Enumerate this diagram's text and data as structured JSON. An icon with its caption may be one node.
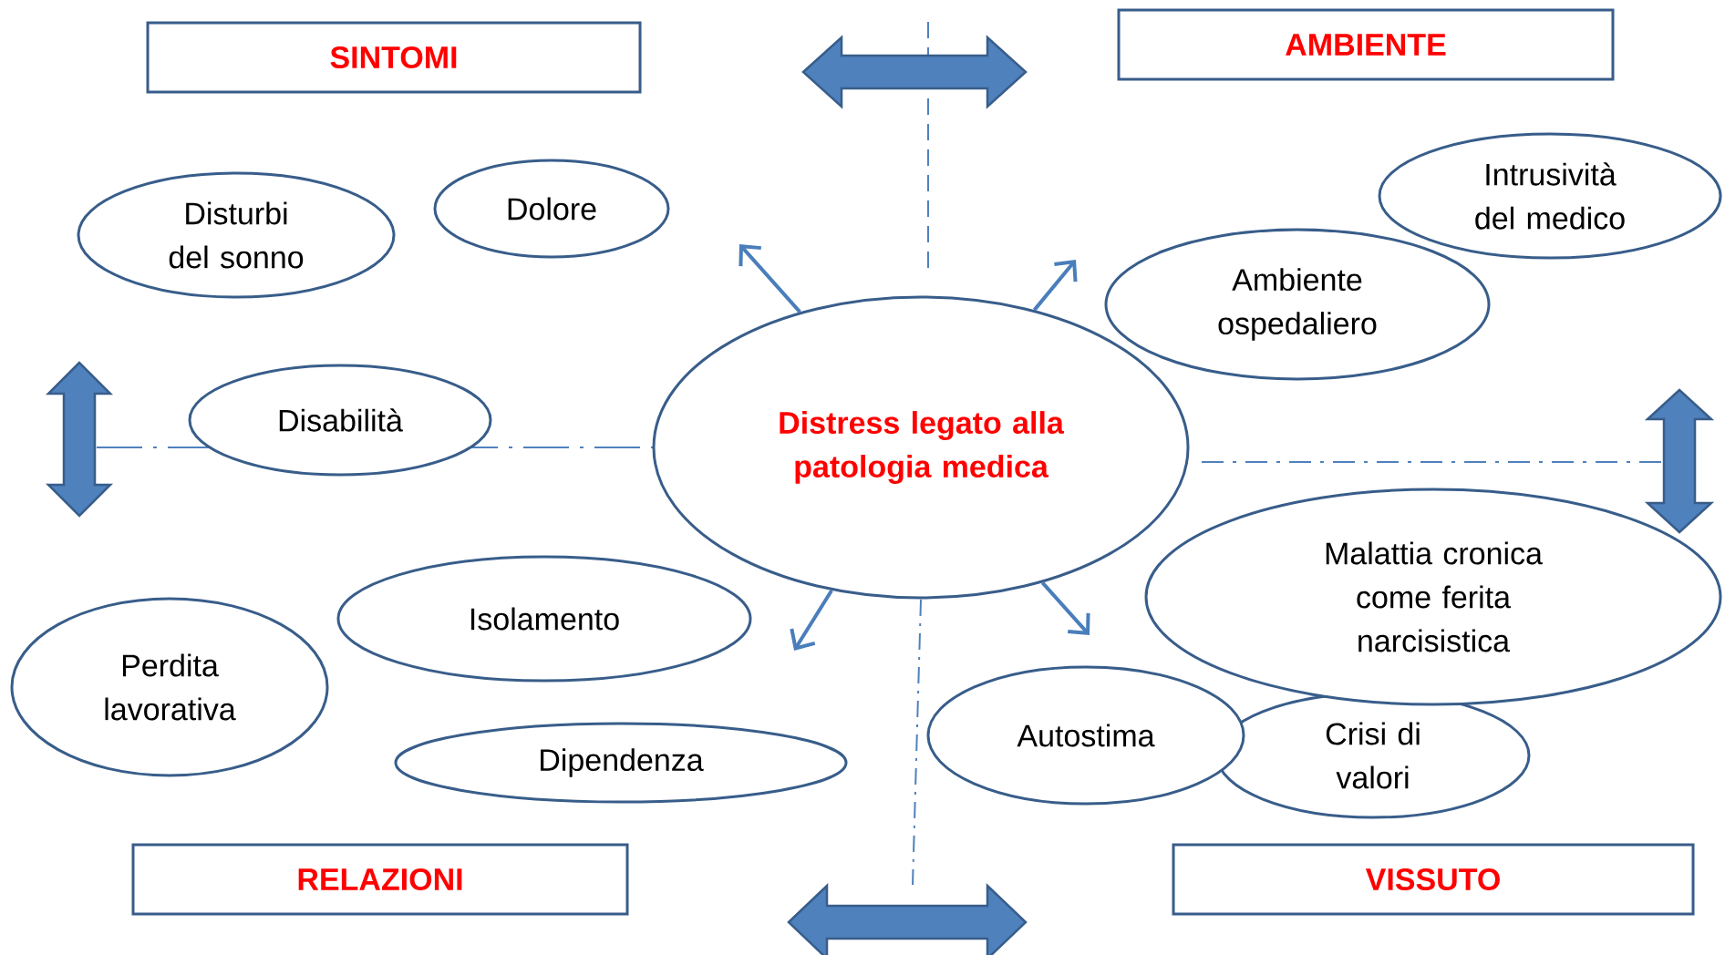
{
  "diagram": {
    "nodes": [
      {
        "text": [
          "SINTOMI"
        ]
      },
      {
        "text": [
          "AMBIENTE"
        ]
      },
      {
        "text": [
          "RELAZIONI"
        ]
      },
      {
        "text": [
          "VISSUTO"
        ]
      },
      {
        "text": [
          "Distress legato alla patologia medica"
        ]
      },
      {
        "text": [
          "Disturbi del sonno"
        ]
      },
      {
        "text": [
          "Dolore"
        ]
      },
      {
        "text": [
          "Intrusività del medico"
        ]
      },
      {
        "text": [
          "Ambiente ospedaliero"
        ]
      },
      {
        "text": [
          "Disabilità"
        ]
      },
      {
        "text": [
          "Isolamento"
        ]
      },
      {
        "text": [
          "Perdita lavorativa"
        ]
      },
      {
        "text": [
          "Dipendenza"
        ]
      },
      {
        "text": [
          "Malattia cronica come ferita narcisistica"
        ]
      },
      {
        "text": [
          "Crisi di valori"
        ]
      },
      {
        "text": [
          "Autostima"
        ]
      }
    ],
    "edges": [
      {
        "from": 4,
        "to": null,
        "arrow": "to"
      },
      {
        "from": 4,
        "to": null,
        "arrow": "to"
      },
      {
        "from": 4,
        "to": null,
        "arrow": "to"
      },
      {
        "from": 4,
        "to": null,
        "arrow": "to"
      }
    ]
  }
}
